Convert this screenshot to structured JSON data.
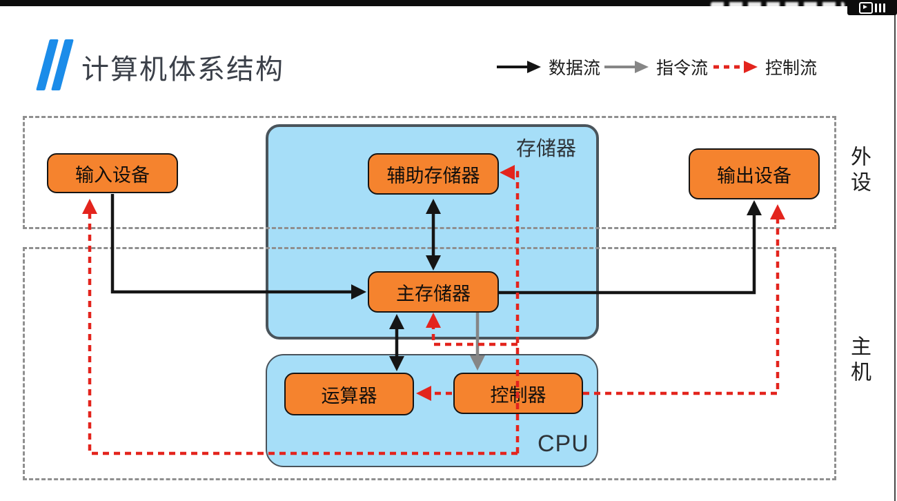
{
  "title": "计算机体系结构",
  "legend": {
    "items": [
      {
        "label": "数据流",
        "line": "solid",
        "color": "#141414"
      },
      {
        "label": "指令流",
        "line": "solid",
        "color": "#868686"
      },
      {
        "label": "控制流",
        "line": "dashed",
        "color": "#e3241d"
      }
    ]
  },
  "regions": {
    "peripherals": {
      "label": "外设"
    },
    "host": {
      "label": "主机"
    }
  },
  "groups": {
    "memory": {
      "label": "存储器"
    },
    "cpu": {
      "label": "CPU"
    }
  },
  "nodes": {
    "input_device": {
      "label": "输入设备"
    },
    "output_device": {
      "label": "输出设备"
    },
    "auxiliary_storage": {
      "label": "辅助存储器"
    },
    "main_memory": {
      "label": "主存储器"
    },
    "alu": {
      "label": "运算器"
    },
    "control_unit": {
      "label": "控制器"
    }
  },
  "edges": [
    {
      "from": "input_device",
      "to": "main_memory",
      "type": "数据流",
      "bidirectional": false
    },
    {
      "from": "main_memory",
      "to": "output_device",
      "type": "数据流",
      "bidirectional": false
    },
    {
      "from": "auxiliary_storage",
      "to": "main_memory",
      "type": "数据流",
      "bidirectional": true
    },
    {
      "from": "main_memory",
      "to": "alu",
      "type": "数据流",
      "bidirectional": true
    },
    {
      "from": "main_memory",
      "to": "control_unit",
      "type": "指令流",
      "bidirectional": false
    },
    {
      "from": "control_unit",
      "to": "auxiliary_storage",
      "type": "控制流",
      "bidirectional": false
    },
    {
      "from": "control_unit",
      "to": "main_memory",
      "type": "控制流",
      "bidirectional": false
    },
    {
      "from": "control_unit",
      "to": "alu",
      "type": "控制流",
      "bidirectional": false
    },
    {
      "from": "control_unit",
      "to": "input_device",
      "type": "控制流",
      "bidirectional": false
    },
    {
      "from": "control_unit",
      "to": "output_device",
      "type": "控制流",
      "bidirectional": false
    }
  ],
  "colors": {
    "data_flow": "#141414",
    "instruction_flow": "#868686",
    "control_flow": "#e3241d",
    "node_fill": "#f5832e",
    "group_fill": "#a6def8",
    "region_dash": "#8f8f8f",
    "accent_blue": "#1b8ce9"
  },
  "watermark": {
    "icon": "bilibili-logo"
  }
}
